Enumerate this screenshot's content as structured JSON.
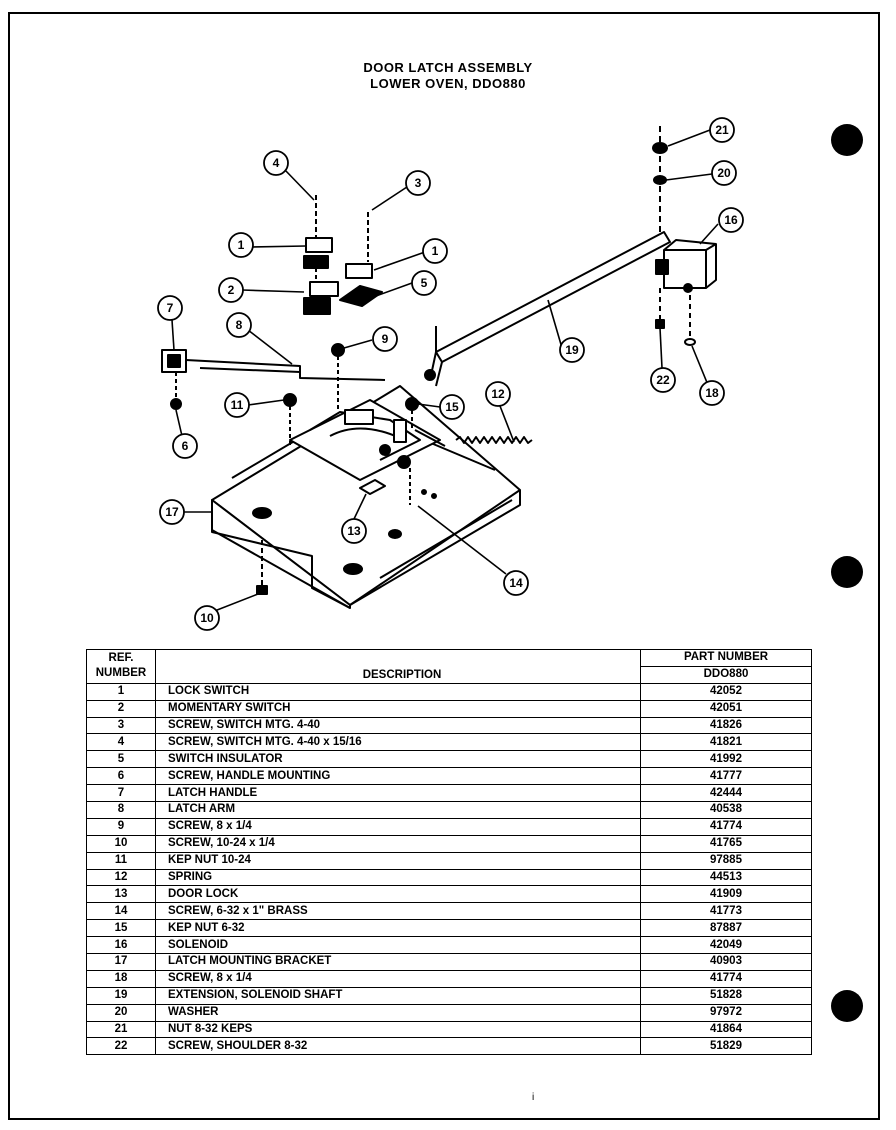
{
  "title": {
    "line1": "DOOR LATCH ASSEMBLY",
    "line2": "LOWER OVEN, DDO880"
  },
  "callouts": [
    "1",
    "1",
    "2",
    "3",
    "4",
    "5",
    "6",
    "7",
    "8",
    "9",
    "10",
    "11",
    "12",
    "13",
    "14",
    "15",
    "16",
    "17",
    "18",
    "19",
    "20",
    "21",
    "22"
  ],
  "table": {
    "header": {
      "ref_line1": "REF.",
      "ref_line2": "NUMBER",
      "description": "DESCRIPTION",
      "part_number": "PART NUMBER",
      "model": "DDO880"
    },
    "rows": [
      {
        "ref": "1",
        "description": "LOCK SWITCH",
        "part": "42052"
      },
      {
        "ref": "2",
        "description": "MOMENTARY SWITCH",
        "part": "42051"
      },
      {
        "ref": "3",
        "description": "SCREW, SWITCH MTG. 4-40",
        "part": "41826"
      },
      {
        "ref": "4",
        "description": "SCREW, SWITCH MTG. 4-40 x 15/16",
        "part": "41821"
      },
      {
        "ref": "5",
        "description": "SWITCH INSULATOR",
        "part": "41992"
      },
      {
        "ref": "6",
        "description": "SCREW, HANDLE MOUNTING",
        "part": "41777"
      },
      {
        "ref": "7",
        "description": "LATCH HANDLE",
        "part": "42444"
      },
      {
        "ref": "8",
        "description": "LATCH ARM",
        "part": "40538"
      },
      {
        "ref": "9",
        "description": "SCREW, 8 x 1/4",
        "part": "41774"
      },
      {
        "ref": "10",
        "description": "SCREW, 10-24 x 1/4",
        "part": "41765"
      },
      {
        "ref": "11",
        "description": "KEP NUT 10-24",
        "part": "97885"
      },
      {
        "ref": "12",
        "description": "SPRING",
        "part": "44513"
      },
      {
        "ref": "13",
        "description": "DOOR LOCK",
        "part": "41909"
      },
      {
        "ref": "14",
        "description": "SCREW, 6-32 x 1\" BRASS",
        "part": "41773"
      },
      {
        "ref": "15",
        "description": "KEP NUT 6-32",
        "part": "87887"
      },
      {
        "ref": "16",
        "description": "SOLENOID",
        "part": "42049"
      },
      {
        "ref": "17",
        "description": "LATCH MOUNTING BRACKET",
        "part": "40903"
      },
      {
        "ref": "18",
        "description": "SCREW, 8 x 1/4",
        "part": "41774"
      },
      {
        "ref": "19",
        "description": "EXTENSION, SOLENOID SHAFT",
        "part": "51828"
      },
      {
        "ref": "20",
        "description": "WASHER",
        "part": "97972"
      },
      {
        "ref": "21",
        "description": "NUT 8-32 KEPS",
        "part": "41864"
      },
      {
        "ref": "22",
        "description": "SCREW, SHOULDER 8-32",
        "part": "51829"
      }
    ]
  },
  "footer_mark": "i"
}
